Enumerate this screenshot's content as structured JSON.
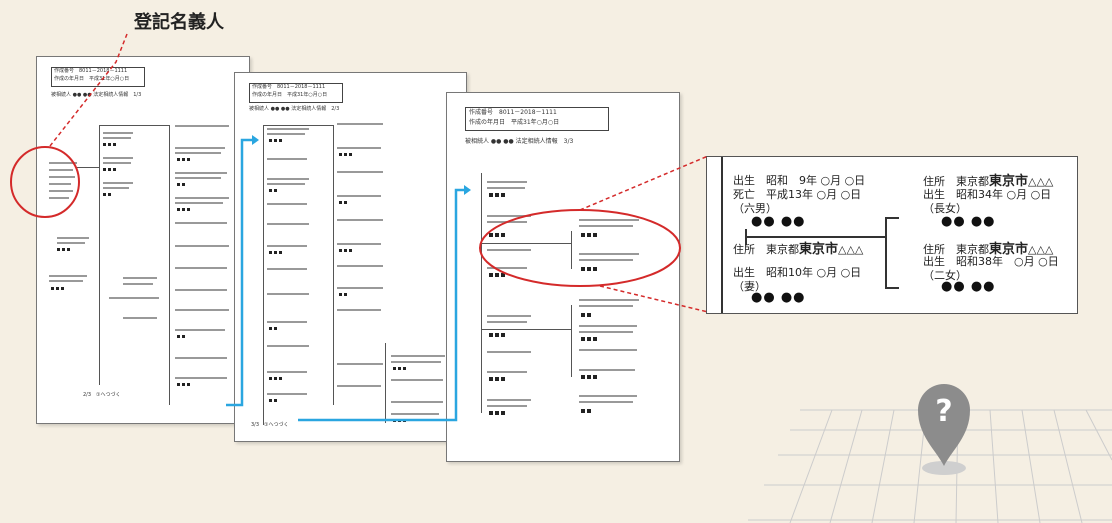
{
  "annotation": {
    "label": "登記名義人"
  },
  "sheet": {
    "title_no": "作成番号　8011－2018－1111",
    "title_date": "作成の年月日　平成31年○月○日",
    "heading_1": "被相続人 ●● ●● 法定相続人情報　1/3",
    "heading_2": "被相続人 ●● ●● 法定相続人情報　2/3",
    "heading_3": "被相続人 ●● ●● 法定相続人情報　3/3",
    "footer_1": "2/3　①へつづく",
    "footer_2": "3/3　①へつづく"
  },
  "zoom": {
    "left_top": {
      "birth": "出生　昭和　9年 ○月 ○日",
      "death": "死亡　平成13年 ○月 ○日",
      "relation": "（六男）",
      "name": "●● ●●"
    },
    "left_bottom": {
      "address_prefix": "住所　東京都",
      "address_city": "東京市",
      "address_suffix": "△△△",
      "birth": "出生　昭和10年 ○月 ○日",
      "relation": "（妻）",
      "name": "●● ●●"
    },
    "right_top": {
      "address_prefix": "住所　東京都",
      "address_city": "東京市",
      "address_suffix": "△△△",
      "birth": "出生　昭和34年 ○月 ○日",
      "relation": "（長女）",
      "name": "●● ●●"
    },
    "right_bottom": {
      "address_prefix": "住所　東京都",
      "address_city": "東京市",
      "address_suffix": "△△△",
      "birth": "出生　昭和38年　○月 ○日",
      "relation": "（二女）",
      "name": "●● ●●"
    }
  },
  "marker": {
    "symbol": "?",
    "icon": "question-pin-icon"
  },
  "colors": {
    "background": "#f5efe3",
    "highlight": "#d42a2a",
    "connector": "#2aa6e0",
    "pin": "#8c8c8c"
  }
}
